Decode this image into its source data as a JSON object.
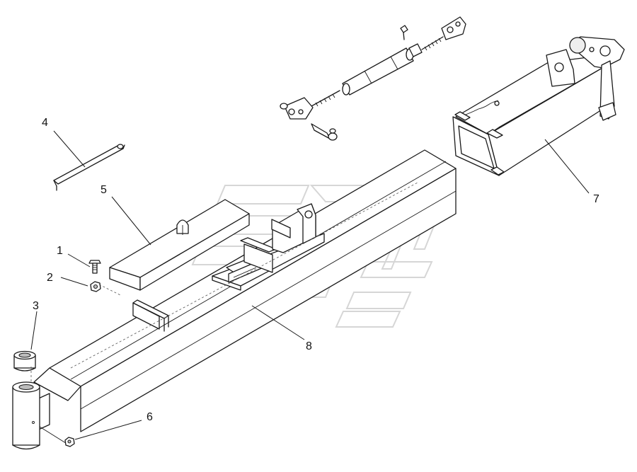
{
  "callouts": {
    "c1": "1",
    "c2": "2",
    "c3": "3",
    "c4": "4",
    "c5": "5",
    "c6": "6",
    "c7": "7",
    "c8": "8"
  },
  "colors": {
    "line": "#1a1a1a",
    "watermark": "#d6d6d6",
    "background": "#ffffff"
  }
}
